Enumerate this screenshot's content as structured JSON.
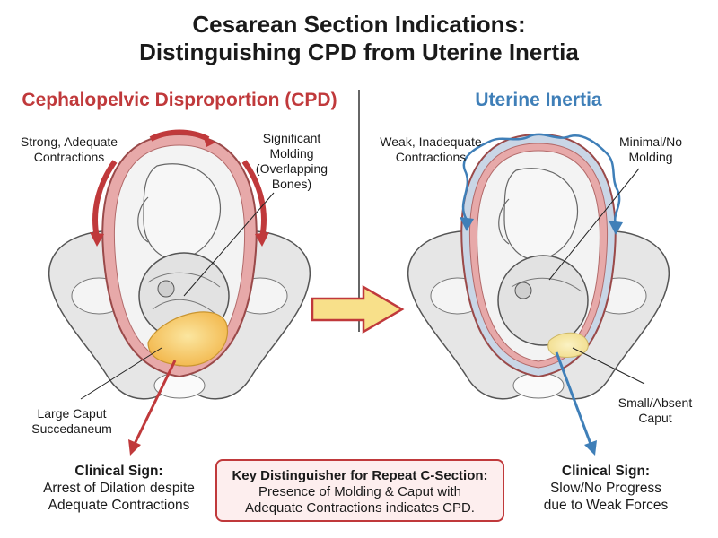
{
  "title": {
    "line1": "Cesarean Section Indications:",
    "line2": "Distinguishing CPD from Uterine Inertia"
  },
  "left": {
    "heading": "Cephalopelvic Disproportion (CPD)",
    "contractions": [
      "Strong, Adequate",
      "Contractions"
    ],
    "molding": [
      "Significant",
      "Molding",
      "(Overlapping",
      "Bones)"
    ],
    "caput": [
      "Large Caput",
      "Succedaneum"
    ],
    "sign_title": "Clinical Sign:",
    "sign_text": [
      "Arrest of Dilation despite",
      "Adequate Contractions"
    ]
  },
  "right": {
    "heading": "Uterine Inertia",
    "contractions": [
      "Weak, Inadequate",
      "Contractions"
    ],
    "molding": [
      "Minimal/No",
      "Molding"
    ],
    "caput": [
      "Small/Absent",
      "Caput"
    ],
    "sign_title": "Clinical Sign:",
    "sign_text": [
      "Slow/No Progress",
      "due to Weak Forces"
    ]
  },
  "key": {
    "title": "Key Distinguisher for Repeat C-Section:",
    "text": [
      "Presence of Molding & Caput with",
      "Adequate Contractions indicates CPD."
    ]
  },
  "colors": {
    "cpd_red": "#c0393b",
    "inertia_blue": "#3f7fb8",
    "uterus_pink": "#e7a9a9",
    "bone_gray": "#e6e6e6",
    "caput_yellow": "#f6c95a",
    "arrow_fill": "#f8e08a"
  }
}
